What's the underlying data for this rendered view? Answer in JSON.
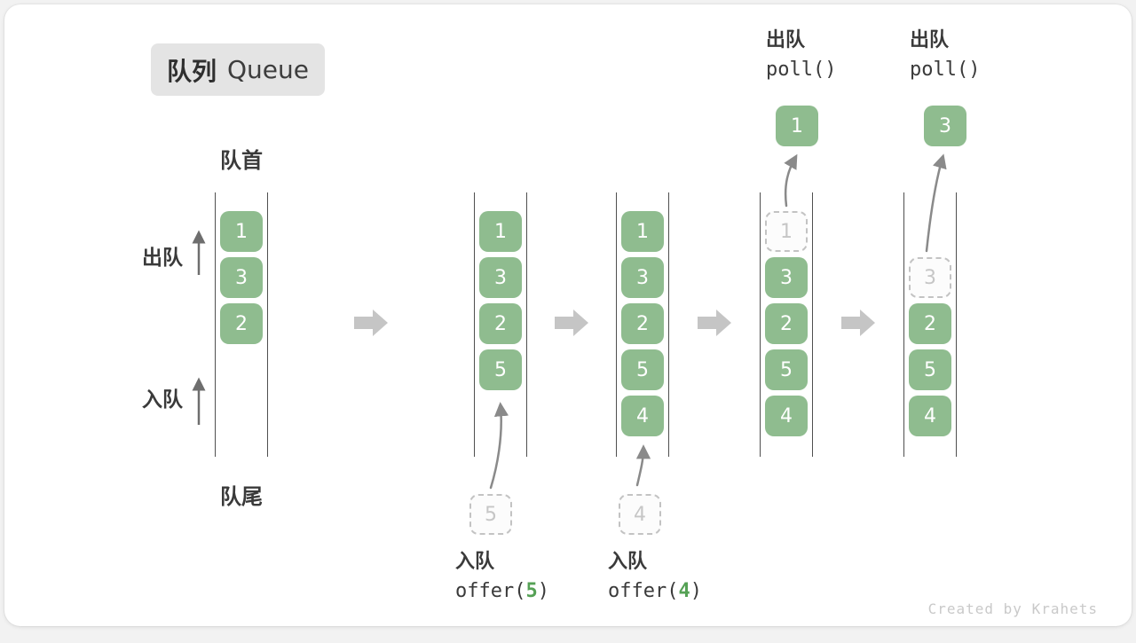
{
  "title": {
    "zh": "队列",
    "en": "Queue"
  },
  "labels": {
    "front": "队首",
    "rear": "队尾",
    "dequeue_side": "出队",
    "enqueue_side": "入队"
  },
  "queues": [
    {
      "slots": [
        {
          "value": "1",
          "state": "filled"
        },
        {
          "value": "3",
          "state": "filled"
        },
        {
          "value": "2",
          "state": "filled"
        }
      ]
    },
    {
      "slots": [
        {
          "value": "1",
          "state": "filled"
        },
        {
          "value": "3",
          "state": "filled"
        },
        {
          "value": "2",
          "state": "filled"
        },
        {
          "value": "5",
          "state": "filled"
        }
      ]
    },
    {
      "slots": [
        {
          "value": "1",
          "state": "filled"
        },
        {
          "value": "3",
          "state": "filled"
        },
        {
          "value": "2",
          "state": "filled"
        },
        {
          "value": "5",
          "state": "filled"
        },
        {
          "value": "4",
          "state": "filled"
        }
      ]
    },
    {
      "slots": [
        {
          "value": "1",
          "state": "dashed"
        },
        {
          "value": "3",
          "state": "filled"
        },
        {
          "value": "2",
          "state": "filled"
        },
        {
          "value": "5",
          "state": "filled"
        },
        {
          "value": "4",
          "state": "filled"
        }
      ]
    },
    {
      "slots": [
        {
          "value": "",
          "state": "empty"
        },
        {
          "value": "3",
          "state": "dashed"
        },
        {
          "value": "2",
          "state": "filled"
        },
        {
          "value": "5",
          "state": "filled"
        },
        {
          "value": "4",
          "state": "filled"
        }
      ]
    }
  ],
  "enqueue_ops": [
    {
      "label": "入队",
      "code_fn": "offer(",
      "code_arg": "5",
      "code_close": ")",
      "pending_value": "5"
    },
    {
      "label": "入队",
      "code_fn": "offer(",
      "code_arg": "4",
      "code_close": ")",
      "pending_value": "4"
    }
  ],
  "dequeue_ops": [
    {
      "label": "出队",
      "code": "poll()",
      "result_value": "1"
    },
    {
      "label": "出队",
      "code": "poll()",
      "result_value": "3"
    }
  ],
  "footer": "Created by Krahets",
  "colors": {
    "box_green": "#8fbc8f",
    "code_arg_green": "#55a155",
    "line_dark": "#4f4f4f",
    "block_arrow_gray": "#c5c5c5",
    "curve_arrow_gray": "#8a8a8a",
    "side_arrow_gray": "#6e6e6e",
    "text_dark": "#3a3a3a",
    "faded_gray": "#c6c6c6"
  }
}
